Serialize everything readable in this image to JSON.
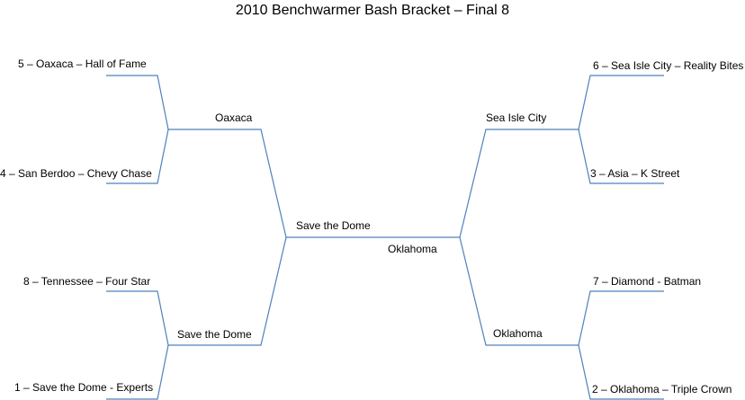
{
  "title": "2010 Benchwarmer Bash Bracket – Final 8",
  "line_color": "#4f81bd",
  "left": {
    "round1": [
      "5 – Oaxaca – Hall of Fame",
      "4 – San Berdoo – Chevy Chase",
      "8 – Tennessee – Four Star",
      "1 – Save the Dome - Experts"
    ],
    "round2": [
      "Oaxaca",
      "Save the Dome"
    ],
    "round3": "Save the Dome"
  },
  "right": {
    "round1": [
      "6 – Sea Isle City – Reality Bites",
      "3 – Asia – K Street",
      "7 – Diamond - Batman",
      "2 – Oklahoma – Triple Crown"
    ],
    "round2": [
      "Sea Isle City",
      "Oklahoma"
    ],
    "round3": "Oklahoma"
  }
}
